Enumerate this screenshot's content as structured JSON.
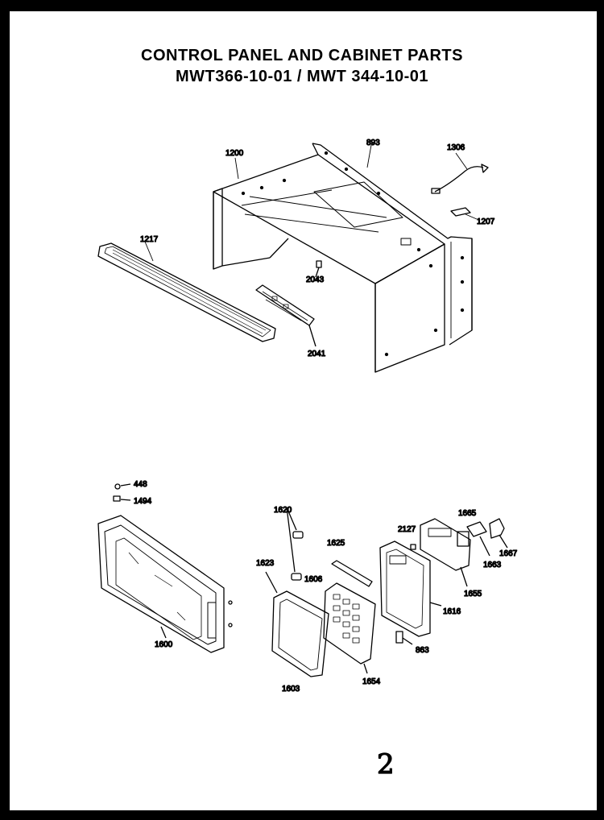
{
  "title": {
    "line1": "CONTROL PANEL AND CABINET PARTS",
    "line2": "MWT366-10-01 / MWT 344-10-01"
  },
  "labels": {
    "cabinet": "1200",
    "back_panel": "893",
    "power_cord": "1306",
    "cord_clip": "1207",
    "grille": "1217",
    "screw": "2043",
    "vent_plate": "2041",
    "small_part_top": "448",
    "hinge": "1494",
    "door": "1600",
    "latch_part": "1620",
    "frame_part": "1623",
    "frame_inner": "1606",
    "overlay_window": "1625",
    "control_frame": "1603",
    "keypad": "1654",
    "relay": "2127",
    "circuit_board": "1616",
    "switch": "1665",
    "bracket": "1667",
    "board_small": "1663",
    "board_mount": "1655",
    "connector": "863"
  },
  "page_number": "2",
  "colors": {
    "ink": "#000000",
    "paper": "#ffffff"
  }
}
